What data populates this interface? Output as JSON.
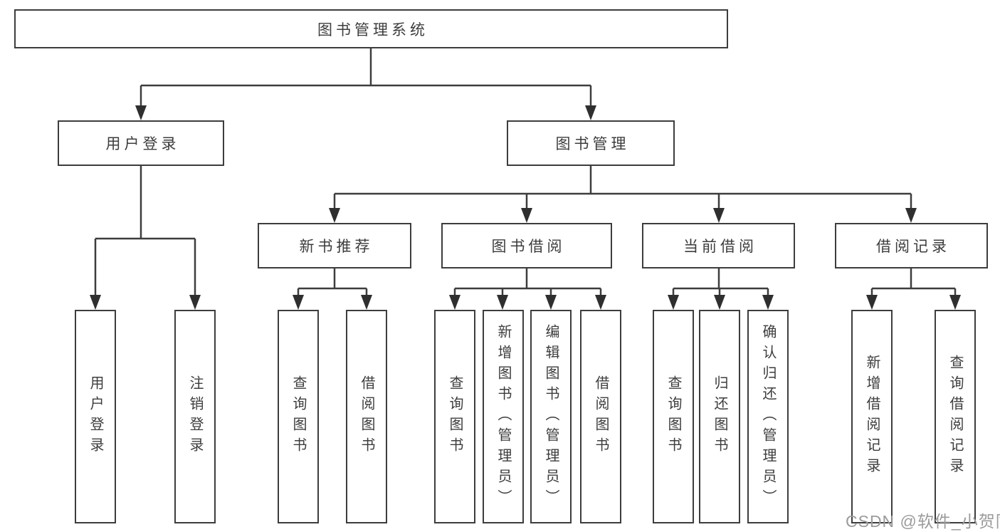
{
  "diagram": {
    "type": "tree",
    "title": "图书管理系统",
    "colors": {
      "line": "#3d3d3d",
      "box_border": "#3d3d3d",
      "text": "#3d3d3d",
      "watermark": "#9b9b9b",
      "background": "#ffffff"
    },
    "nodes": {
      "root": {
        "label": "图书管理系统"
      },
      "user_login": {
        "label": "用户登录"
      },
      "book_mgmt": {
        "label": "图书管理"
      },
      "new_book_rec": {
        "label": "新书推荐"
      },
      "book_borrow": {
        "label": "图书借阅"
      },
      "current_borrow": {
        "label": "当前借阅"
      },
      "borrow_records": {
        "label": "借阅记录"
      },
      "ul_user_login": {
        "label": "用户登录"
      },
      "ul_logout": {
        "label": "注销登录"
      },
      "nb_query_books": {
        "label": "查询图书"
      },
      "nb_borrow_books": {
        "label": "借阅图书"
      },
      "bb_query_books": {
        "label": "查询图书"
      },
      "bb_add_books_admin": {
        "label": "新增图书（管理员）"
      },
      "bb_edit_books_admin": {
        "label": "编辑图书（管理员）"
      },
      "bb_borrow_books": {
        "label": "借阅图书"
      },
      "cb_query_books": {
        "label": "查询图书"
      },
      "cb_return_books": {
        "label": "归还图书"
      },
      "cb_confirm_return_admin": {
        "label": "确认归还（管理员）"
      },
      "br_add_record": {
        "label": "新增借阅记录"
      },
      "br_query_record": {
        "label": "查询借阅记录"
      }
    },
    "edges": [
      [
        "root",
        "user_login"
      ],
      [
        "root",
        "book_mgmt"
      ],
      [
        "user_login",
        "ul_user_login"
      ],
      [
        "user_login",
        "ul_logout"
      ],
      [
        "book_mgmt",
        "new_book_rec"
      ],
      [
        "book_mgmt",
        "book_borrow"
      ],
      [
        "book_mgmt",
        "current_borrow"
      ],
      [
        "book_mgmt",
        "borrow_records"
      ],
      [
        "new_book_rec",
        "nb_query_books"
      ],
      [
        "new_book_rec",
        "nb_borrow_books"
      ],
      [
        "book_borrow",
        "bb_query_books"
      ],
      [
        "book_borrow",
        "bb_add_books_admin"
      ],
      [
        "book_borrow",
        "bb_edit_books_admin"
      ],
      [
        "book_borrow",
        "bb_borrow_books"
      ],
      [
        "current_borrow",
        "cb_query_books"
      ],
      [
        "current_borrow",
        "cb_return_books"
      ],
      [
        "current_borrow",
        "cb_confirm_return_admin"
      ],
      [
        "borrow_records",
        "br_add_record"
      ],
      [
        "borrow_records",
        "br_query_record"
      ]
    ]
  },
  "watermark": {
    "text": "CSDN @软件_小贺同学"
  }
}
